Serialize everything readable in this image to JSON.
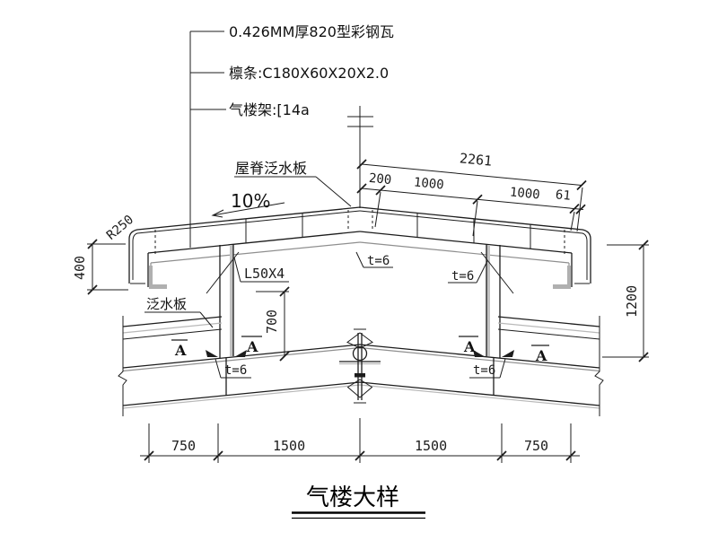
{
  "callouts": {
    "items": [
      {
        "label": "0.426MM厚820型彩钢瓦"
      },
      {
        "label": "檩条:C180X60X20X2.0"
      },
      {
        "label": "气楼架:[14a"
      }
    ]
  },
  "labels": {
    "ridge_flashing": "屋脊泛水板",
    "slope": "10%",
    "radius": "R250",
    "angle_brace": "L50X4",
    "flashing": "泛水板",
    "plate_thickness": "t=6",
    "section_mark": "A"
  },
  "dimensions": {
    "top_total": "2261",
    "top_segments": [
      "200",
      "1000",
      "1000",
      "61"
    ],
    "eave_height": "400",
    "monitor_height": "1200",
    "leg_height": "700",
    "bottom_segments": [
      "750",
      "1500",
      "1500",
      "750"
    ]
  },
  "title": "气楼大样"
}
